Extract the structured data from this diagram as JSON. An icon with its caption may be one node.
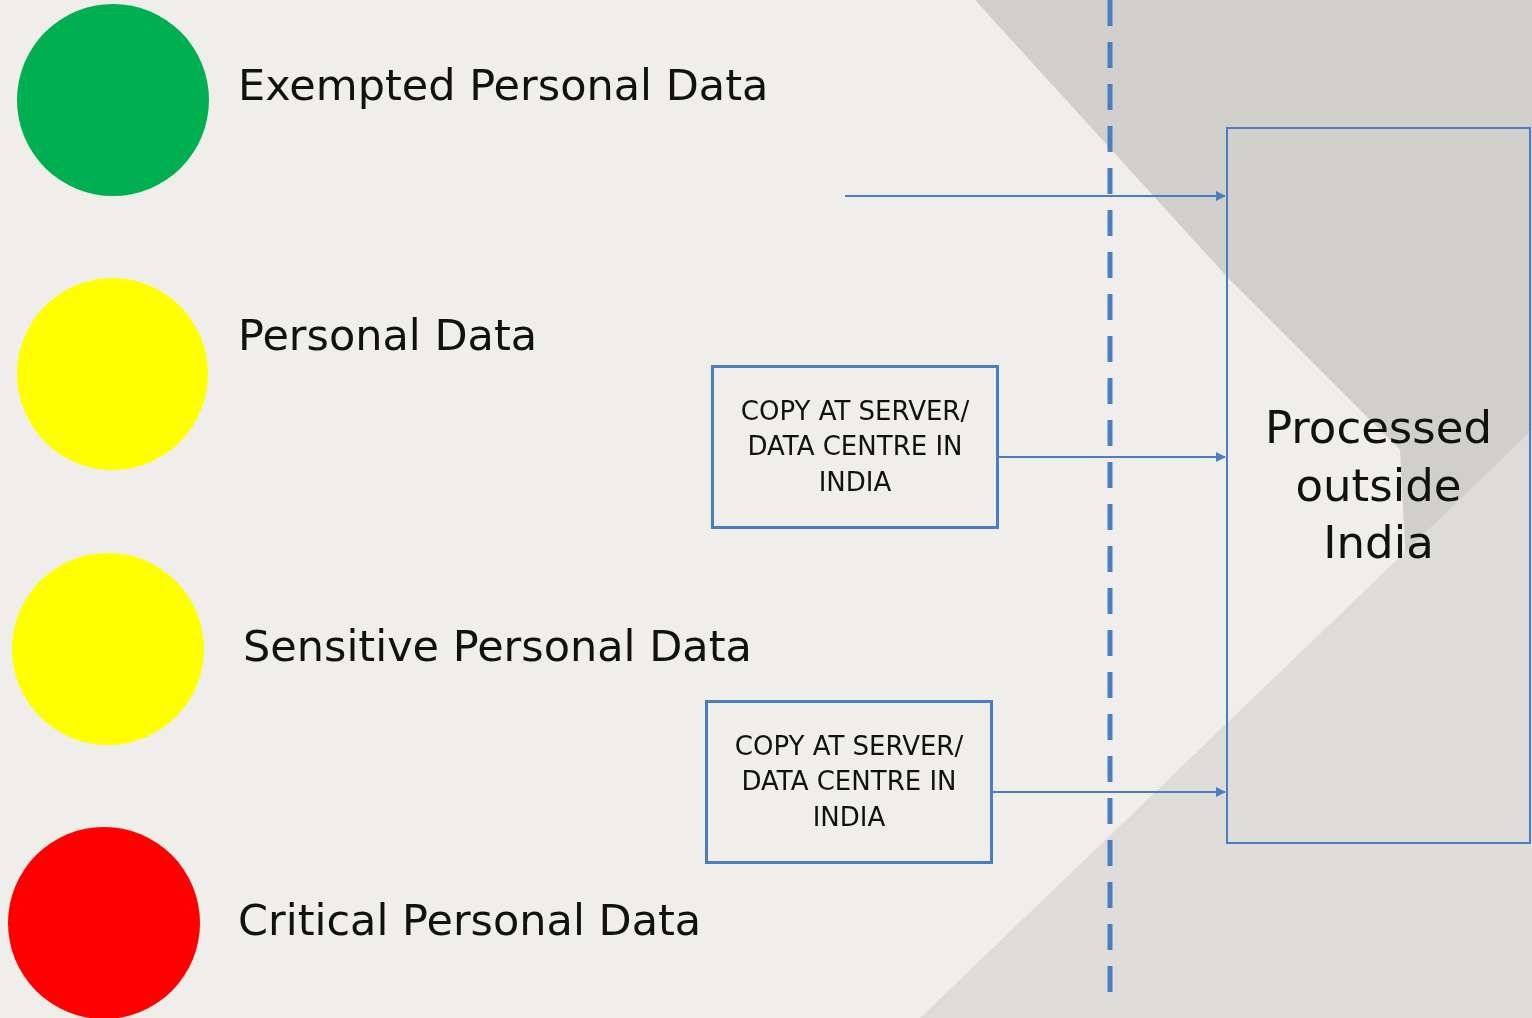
{
  "diagram": {
    "nodes": [
      {
        "text": [],
        "shape": "circle",
        "beside": [
          "Exempted Personal Data"
        ]
      },
      {
        "text": [],
        "shape": "circle",
        "beside": [
          "Personal Data"
        ]
      },
      {
        "text": [],
        "shape": "circle",
        "beside": [
          "Sensitive Personal Data"
        ]
      },
      {
        "text": [],
        "shape": "circle",
        "beside": [
          "Critical Personal Data"
        ]
      },
      {
        "text": [
          "COPY AT SERVER/ DATA CENTRE IN INDIA"
        ]
      },
      {
        "text": [
          "COPY AT SERVER/ DATA CENTRE IN INDIA"
        ]
      },
      {
        "text": [
          "Processed outside India"
        ]
      }
    ],
    "edges": [
      {
        "from": null,
        "to": 6,
        "arrow": "to"
      },
      {
        "from": 4,
        "to": 6,
        "arrow": "to"
      },
      {
        "from": 5,
        "to": 6,
        "arrow": "to"
      }
    ]
  }
}
